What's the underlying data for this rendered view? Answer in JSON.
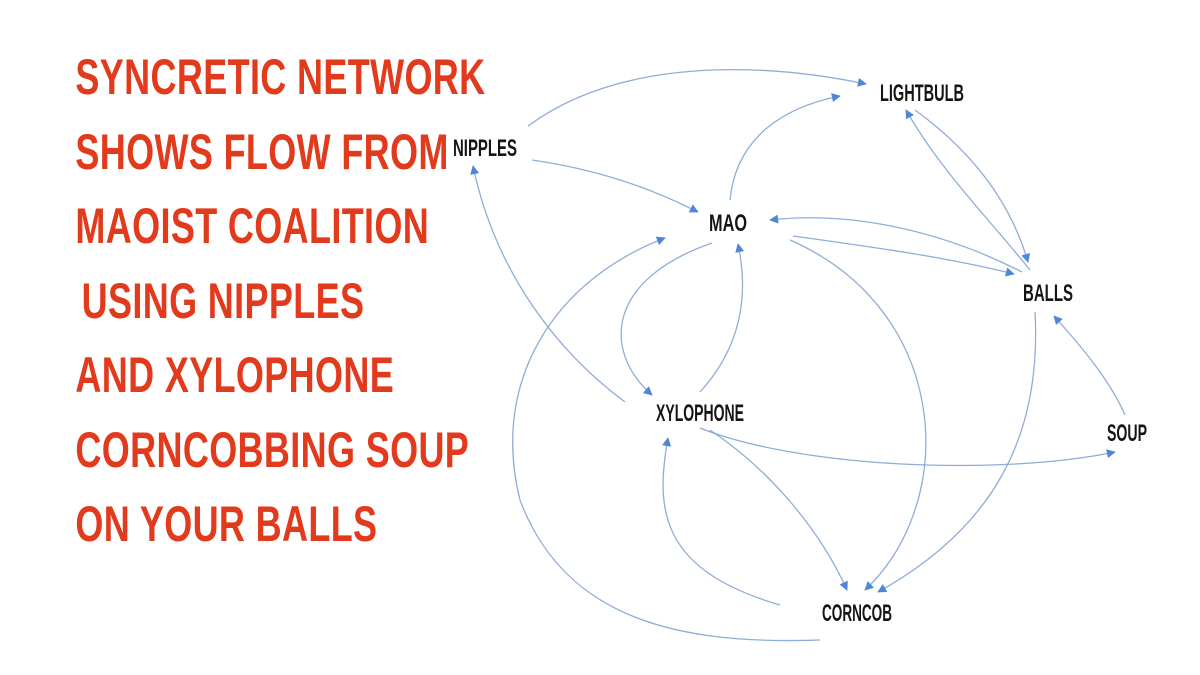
{
  "headline": {
    "lines": [
      "SYNCRETIC NETWORK",
      "SHOWS FLOW FROM",
      "MAOIST COALITION",
      "USING NIPPLES",
      "AND XYLOPHONE",
      "CORNCOBBING SOUP",
      "ON YOUR BALLS"
    ],
    "color": "#e23a1c"
  },
  "diagram": {
    "edge_color": "#7d9fd0",
    "arrow_color": "#4f86d6",
    "nodes": [
      {
        "id": "lightbulb",
        "label": "LIGHTBULB"
      },
      {
        "id": "nipples",
        "label": "NIPPLES"
      },
      {
        "id": "mao",
        "label": "MAO"
      },
      {
        "id": "balls",
        "label": "BALLS"
      },
      {
        "id": "xylophone",
        "label": "XYLOPHONE"
      },
      {
        "id": "soup",
        "label": "SOUP"
      },
      {
        "id": "corncob",
        "label": "CORNCOB"
      }
    ],
    "edges": [
      {
        "from": "nipples",
        "to": "lightbulb"
      },
      {
        "from": "mao",
        "to": "lightbulb"
      },
      {
        "from": "balls",
        "to": "lightbulb"
      },
      {
        "from": "lightbulb",
        "to": "balls"
      },
      {
        "from": "nipples",
        "to": "mao"
      },
      {
        "from": "xylophone",
        "to": "nipples"
      },
      {
        "from": "balls",
        "to": "mao"
      },
      {
        "from": "mao",
        "to": "balls"
      },
      {
        "from": "xylophone",
        "to": "mao"
      },
      {
        "from": "mao",
        "to": "xylophone"
      },
      {
        "from": "corncob",
        "to": "mao"
      },
      {
        "from": "mao",
        "to": "corncob"
      },
      {
        "from": "xylophone",
        "to": "soup"
      },
      {
        "from": "soup",
        "to": "balls"
      },
      {
        "from": "balls",
        "to": "corncob"
      },
      {
        "from": "xylophone",
        "to": "corncob"
      },
      {
        "from": "corncob",
        "to": "xylophone"
      }
    ]
  }
}
